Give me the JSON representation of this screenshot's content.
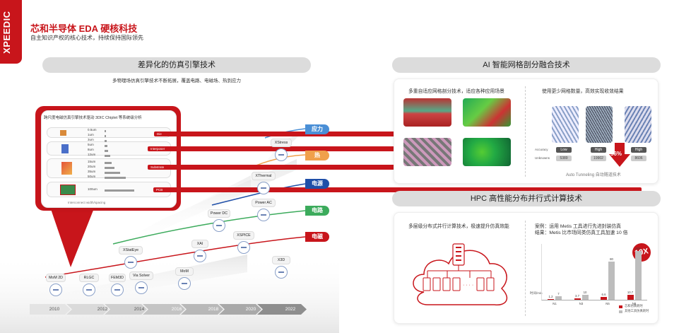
{
  "brand": {
    "logo_text": "XPEEDIC"
  },
  "header": {
    "title": "芯和半导体 EDA 硬核科技",
    "subtitle": "自主知识产权的核心技术，持续保持国际领先"
  },
  "left": {
    "pill": "差异化的仿真引擎技术",
    "desc": "多物理场仿真引擎技术不断拓展，覆盖电路、电磁场、热到应力",
    "callout": {
      "title": "跨尺度电磁仿真引擎技术驱动 3DIC Chiplet 等系统级分析",
      "layers": [
        {
          "tag": "Die",
          "dims": [
            "0.5um",
            "1um",
            "3um"
          ]
        },
        {
          "tag": "Interposer",
          "dims": [
            "5um",
            "8um",
            "12um"
          ]
        },
        {
          "tag": "Substrate",
          "dims": [
            "15um",
            "20um",
            "35um",
            "50um"
          ]
        },
        {
          "tag": "PCB",
          "dims": [
            "100um"
          ]
        }
      ],
      "footer": "Interconnect width/spacing"
    },
    "tools": [
      "MoM 2D",
      "RLGC",
      "FEM3D",
      "Via Solver",
      "XStatEye",
      "MoM",
      "XAI",
      "Power DC",
      "XSPICE",
      "Power AC",
      "XThermal",
      "XStress",
      "X3D"
    ],
    "physics": [
      "应力",
      "热",
      "电源",
      "电路",
      "电磁"
    ],
    "years": [
      "2010",
      "2012",
      "2014",
      "2016",
      "2018",
      "2020",
      "2022"
    ]
  },
  "ai": {
    "pill": "AI 智能网格剖分融合技术",
    "left_text": "多重自适应网格剖分技术，适应各种应用场景",
    "right_text": "使用更少网格数量，高效实现收敛结果",
    "accuracy_label": "Accuracy",
    "unknowns_label": "Unknowns",
    "accuracy_vals": [
      "Low",
      "High",
      "High"
    ],
    "unknowns_vals": [
      "5389",
      "19902",
      "8606"
    ],
    "reduction": "56%",
    "caption": "Auto Tunneling 自动隧道技术"
  },
  "hpc": {
    "pill": "HPC 高性能分布并行式计算技术",
    "left_text": "多层级分布式并行计算技术，极速提升仿真效能",
    "case_line1": "案例：运用 Metis 工具进行先进封装仿真",
    "case_line2": "结果：Metis 比市场同类仿真工具加速 10 倍",
    "badge": "10X",
    "ylabel": "时间/min",
    "legend": [
      "芯和仿真耗时",
      "其他工具仿真耗时"
    ]
  },
  "chart_data": {
    "type": "bar",
    "categories": [
      "N1",
      "N3",
      "N5",
      "N8"
    ],
    "series": [
      {
        "name": "芯和仿真耗时",
        "values": [
          1.2,
          3.7,
          6.6,
          10.7
        ]
      },
      {
        "name": "其他工具仿真耗时",
        "values": [
          7,
          10,
          80,
          103
        ]
      }
    ],
    "colors": [
      "#c8151b",
      "#bdbdbd"
    ]
  },
  "colors": {
    "brand_red": "#c8151b",
    "stress": "#4a8fd6",
    "thermal": "#f0a04b",
    "power": "#1f4fa8",
    "circuit": "#3cab5c",
    "em": "#c8151b"
  }
}
